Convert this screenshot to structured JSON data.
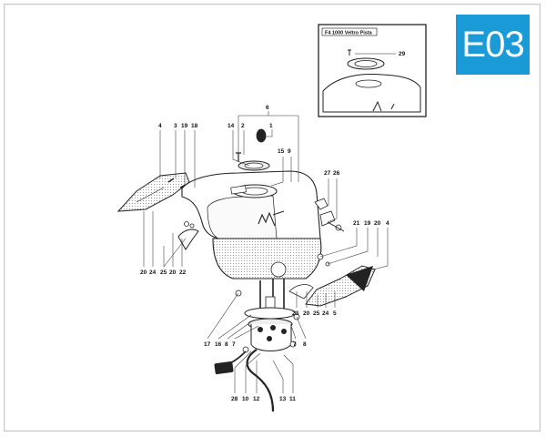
{
  "page_code": "E03",
  "inset": {
    "title": "F4 1000 Veltro Pista",
    "labels": [
      "29"
    ]
  },
  "callouts": {
    "c6": "6",
    "c1": "1",
    "c2": "2",
    "c14": "14",
    "c4a": "4",
    "c3": "3",
    "c19a": "19",
    "c18": "18",
    "c15": "15",
    "c9": "9",
    "c27": "27",
    "c26": "26",
    "c21": "21",
    "c19b": "19",
    "c20a": "20",
    "c4b": "4",
    "c20b": "20",
    "c24a": "24",
    "c25a": "25",
    "c20c": "20",
    "c22": "22",
    "c23": "23",
    "c20d": "20",
    "c25b": "25",
    "c24b": "24",
    "c5": "5",
    "c17": "17",
    "c16": "16",
    "c8a": "8",
    "c7a": "7",
    "c7b": "7",
    "c8b": "8",
    "c28": "28",
    "c10": "10",
    "c12": "12",
    "c13": "13",
    "c11": "11"
  },
  "colors": {
    "badge": "#1a9bd7",
    "line": "#222222"
  }
}
